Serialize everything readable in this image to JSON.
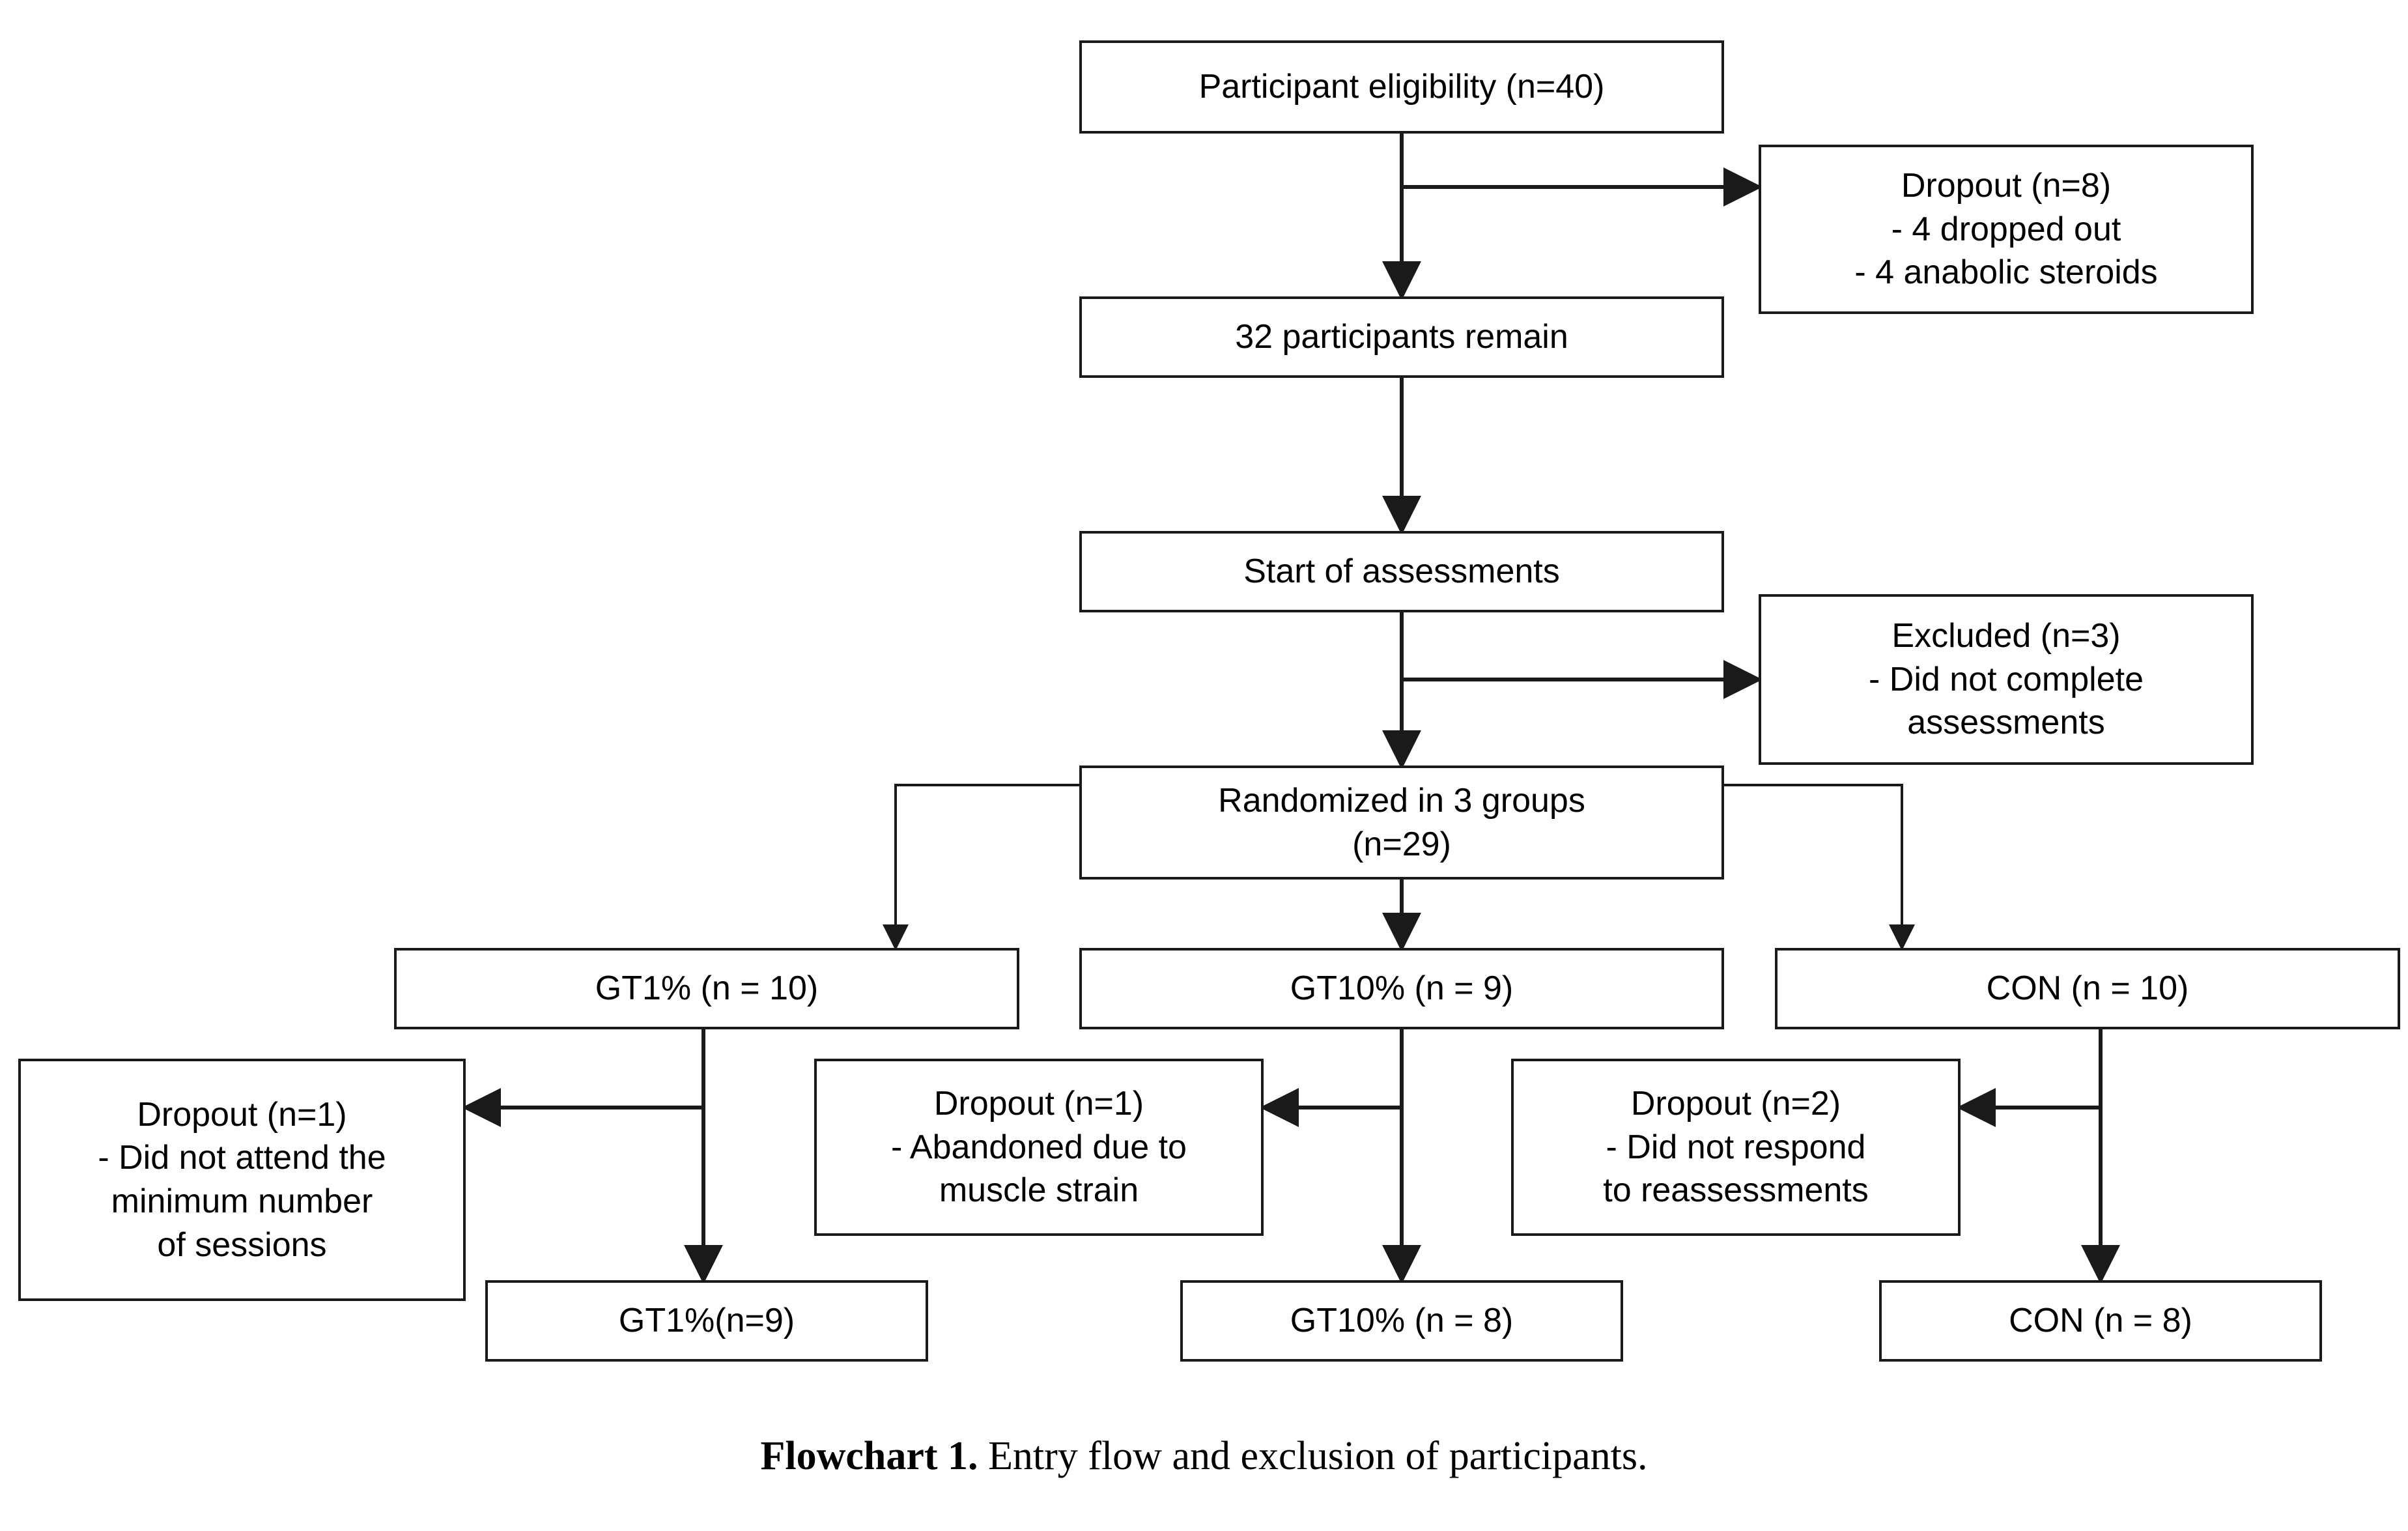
{
  "figure": {
    "caption_bold": "Flowchart 1.",
    "caption_rest": " Entry flow and exclusion of participants."
  },
  "chart_data": {
    "type": "flowchart",
    "title": "Entry flow and exclusion of participants",
    "nodes": [
      {
        "id": "eligibility",
        "lines": [
          "Participant eligibility (n=40)"
        ]
      },
      {
        "id": "dropout8",
        "lines": [
          "Dropout (n=8)",
          "- 4 dropped out",
          "- 4 anabolic steroids"
        ]
      },
      {
        "id": "remain32",
        "lines": [
          "32 participants remain"
        ]
      },
      {
        "id": "start",
        "lines": [
          "Start of assessments"
        ]
      },
      {
        "id": "excluded3",
        "lines": [
          "Excluded (n=3)",
          "- Did not complete",
          "assessments"
        ]
      },
      {
        "id": "randomized",
        "lines": [
          "Randomized in 3 groups",
          "(n=29)"
        ]
      },
      {
        "id": "gt1",
        "lines": [
          "GT1% (n = 10)"
        ]
      },
      {
        "id": "gt10",
        "lines": [
          "GT10% (n = 9)"
        ]
      },
      {
        "id": "con",
        "lines": [
          "CON (n = 10)"
        ]
      },
      {
        "id": "dropout_gt1",
        "lines": [
          "Dropout (n=1)",
          "- Did not attend the",
          "minimum number",
          "of sessions"
        ]
      },
      {
        "id": "dropout_gt10",
        "lines": [
          "Dropout (n=1)",
          "- Abandoned due to",
          "muscle strain"
        ]
      },
      {
        "id": "dropout_con",
        "lines": [
          "Dropout (n=2)",
          "- Did not respond",
          "to reassessments"
        ]
      },
      {
        "id": "gt1_final",
        "lines": [
          "GT1%(n=9)"
        ]
      },
      {
        "id": "gt10_final",
        "lines": [
          "GT10% (n = 8)"
        ]
      },
      {
        "id": "con_final",
        "lines": [
          "CON (n = 8)"
        ]
      }
    ],
    "edges": [
      {
        "from": "eligibility",
        "to": "remain32"
      },
      {
        "from": "eligibility",
        "to": "dropout8"
      },
      {
        "from": "remain32",
        "to": "start"
      },
      {
        "from": "start",
        "to": "randomized"
      },
      {
        "from": "start",
        "to": "excluded3"
      },
      {
        "from": "randomized",
        "to": "gt1"
      },
      {
        "from": "randomized",
        "to": "gt10"
      },
      {
        "from": "randomized",
        "to": "con"
      },
      {
        "from": "gt1",
        "to": "gt1_final"
      },
      {
        "from": "gt1",
        "to": "dropout_gt1"
      },
      {
        "from": "gt10",
        "to": "gt10_final"
      },
      {
        "from": "gt10",
        "to": "dropout_gt10"
      },
      {
        "from": "con",
        "to": "con_final"
      },
      {
        "from": "con",
        "to": "dropout_con"
      }
    ]
  }
}
